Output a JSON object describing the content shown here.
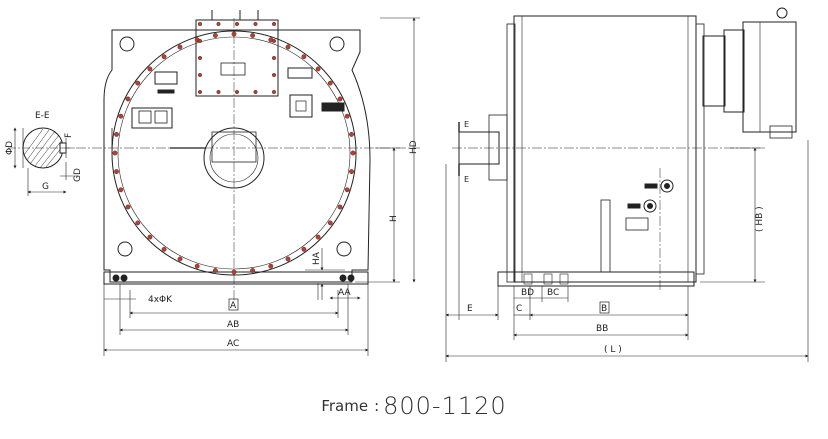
{
  "section": {
    "label": "E-E",
    "dims": {
      "phi_d": "ΦD",
      "f": "F",
      "g": "G",
      "gd": "GD"
    }
  },
  "front_view": {
    "dims": {
      "hole": "4xΦK",
      "a": "A",
      "ab": "AB",
      "ac": "AC",
      "hd": "HD",
      "h": "H",
      "ha": "HA",
      "aa": "AA"
    }
  },
  "side_view": {
    "dims": {
      "e": "E",
      "e_top": "E",
      "e_bottom": "E",
      "c": "C",
      "bd": "BD",
      "bc": "BC",
      "b": "B",
      "bb": "BB",
      "l": "( L )",
      "hb": "( HB )"
    }
  },
  "footer": {
    "label": "Frame",
    "separator": ":",
    "value": "800-1120"
  }
}
